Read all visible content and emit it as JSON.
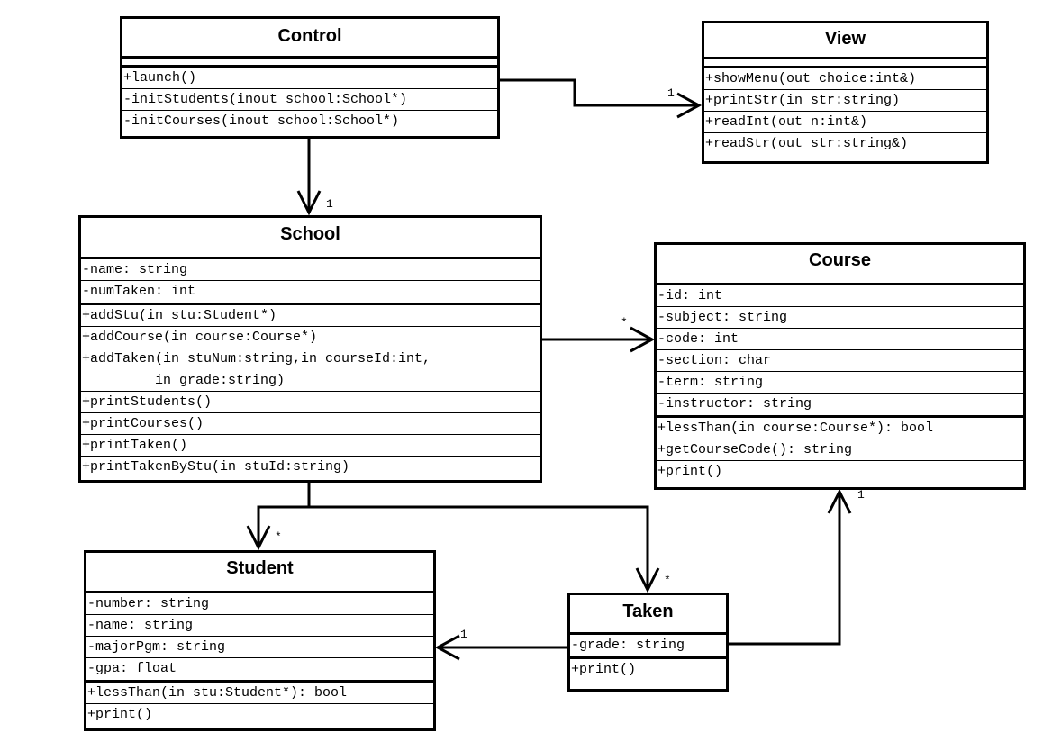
{
  "classes": {
    "control": {
      "name": "Control",
      "methods": [
        "+launch()",
        "-initStudents(inout school:School*)",
        "-initCourses(inout school:School*)"
      ]
    },
    "view": {
      "name": "View",
      "methods": [
        "+showMenu(out choice:int&)",
        "+printStr(in str:string)",
        "+readInt(out n:int&)",
        "+readStr(out str:string&)"
      ]
    },
    "school": {
      "name": "School",
      "attributes": [
        "-name: string",
        "-numTaken: int"
      ],
      "methods": [
        "+addStu(in stu:Student*)",
        "+addCourse(in course:Course*)",
        "+addTaken(in stuNum:string,in courseId:int,",
        "         in grade:string)",
        "+printStudents()",
        "+printCourses()",
        "+printTaken()",
        "+printTakenByStu(in stuId:string)"
      ]
    },
    "course": {
      "name": "Course",
      "attributes": [
        "-id: int",
        "-subject: string",
        "-code: int",
        "-section: char",
        "-term: string",
        "-instructor: string"
      ],
      "methods": [
        "+lessThan(in course:Course*): bool",
        "+getCourseCode(): string",
        "+print()"
      ]
    },
    "student": {
      "name": "Student",
      "attributes": [
        "-number: string",
        "-name: string",
        "-majorPgm: string",
        "-gpa: float"
      ],
      "methods": [
        "+lessThan(in stu:Student*): bool",
        "+print()"
      ]
    },
    "taken": {
      "name": "Taken",
      "attributes": [
        "-grade: string"
      ],
      "methods": [
        "+print()"
      ]
    }
  },
  "multiplicities": {
    "control_view": "1",
    "control_school": "1",
    "school_course": "*",
    "school_student": "*",
    "school_taken": "*",
    "taken_course": "1",
    "taken_student": "1"
  }
}
